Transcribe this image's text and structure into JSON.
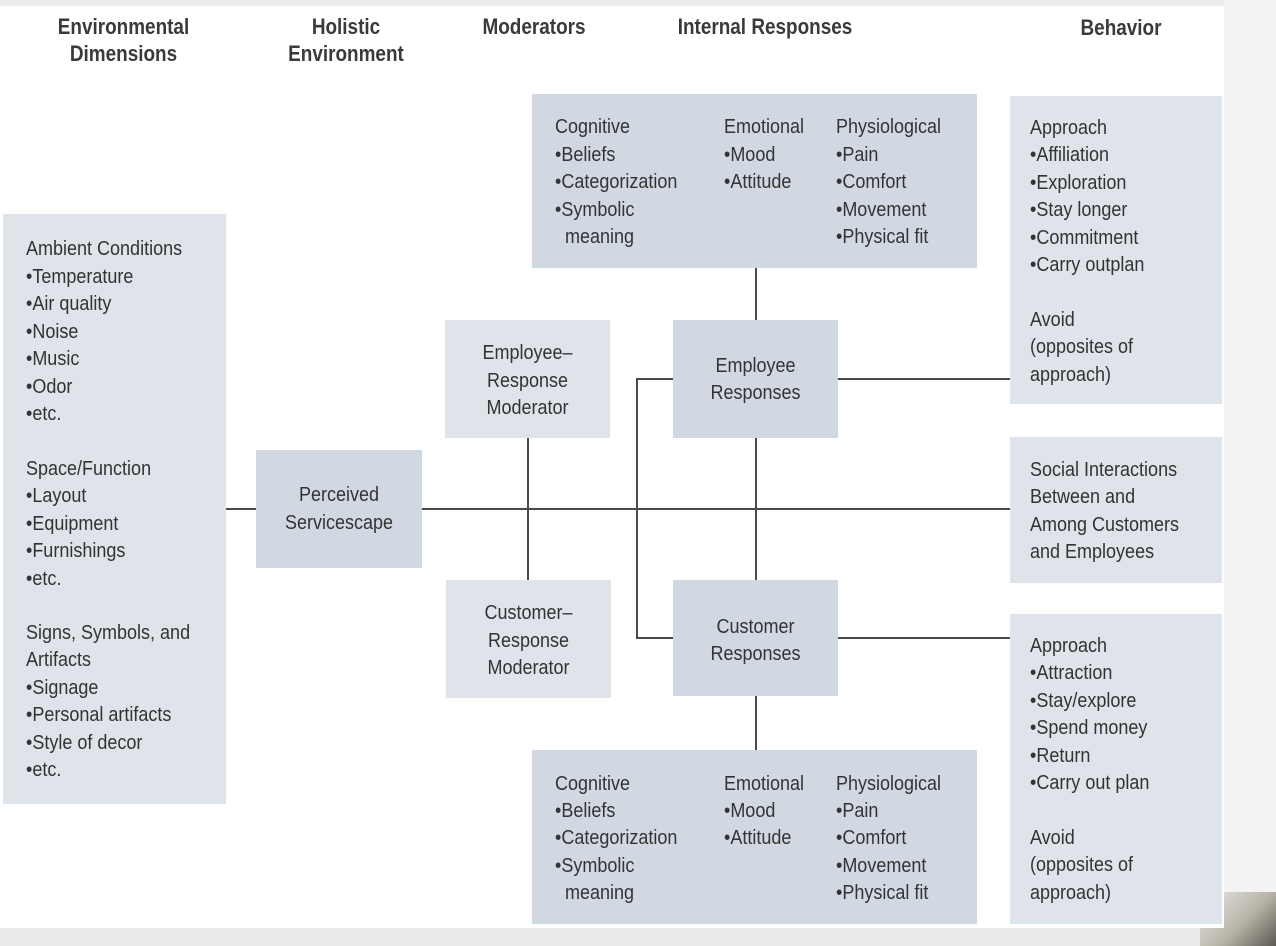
{
  "headers": {
    "environmental_dimensions": [
      "Environmental",
      "Dimensions"
    ],
    "holistic_environment": [
      "Holistic",
      "Environment"
    ],
    "moderators": "Moderators",
    "internal_responses": "Internal Responses",
    "behavior": "Behavior"
  },
  "dimensions": {
    "ambient_title": "Ambient Conditions",
    "ambient_items": [
      "Temperature",
      "Air quality",
      "Noise",
      "Music",
      "Odor",
      "etc."
    ],
    "space_title": "Space/Function",
    "space_items": [
      "Layout",
      "Equipment",
      "Furnishings",
      "etc."
    ],
    "signs_title": [
      "Signs, Symbols, and",
      "Artifacts"
    ],
    "signs_items": [
      "Signage",
      "Personal artifacts",
      "Style of decor",
      "etc."
    ]
  },
  "perceived_servicescape": [
    "Perceived",
    "Servicescape"
  ],
  "employee_moderator": [
    "Employee–",
    "Response",
    "Moderator"
  ],
  "customer_moderator": [
    "Customer–",
    "Response",
    "Moderator"
  ],
  "employee_responses": [
    "Employee",
    "Responses"
  ],
  "customer_responses": [
    "Customer",
    "Responses"
  ],
  "internal_top": {
    "cognitive_title": "Cognitive",
    "cognitive_items": [
      "Beliefs",
      "Categorization",
      "Symbolic"
    ],
    "cognitive_cont": "meaning",
    "emotional_title": "Emotional",
    "emotional_items": [
      "Mood",
      "Attitude"
    ],
    "physiological_title": "Physiological",
    "physiological_items": [
      "Pain",
      "Comfort",
      "Movement",
      "Physical fit"
    ]
  },
  "internal_bottom": {
    "cognitive_title": "Cognitive",
    "cognitive_items": [
      "Beliefs",
      "Categorization",
      "Symbolic"
    ],
    "cognitive_cont": "meaning",
    "emotional_title": "Emotional",
    "emotional_items": [
      "Mood",
      "Attitude"
    ],
    "physiological_title": "Physiological",
    "physiological_items": [
      "Pain",
      "Comfort",
      "Movement",
      "Physical fit"
    ]
  },
  "behavior_employee": {
    "approach_title": "Approach",
    "approach_items": [
      "Affiliation",
      "Exploration",
      "Stay longer",
      "Commitment",
      "Carry outplan"
    ],
    "avoid_lines": [
      "Avoid",
      "(opposites of",
      "approach)"
    ]
  },
  "social_interactions": [
    "Social Interactions",
    "Between and",
    "Among Customers",
    "and Employees"
  ],
  "behavior_customer": {
    "approach_title": "Approach",
    "approach_items": [
      "Attraction",
      "Stay/explore",
      "Spend money",
      "Return",
      "Carry out plan"
    ],
    "avoid_lines": [
      "Avoid",
      "(opposites of",
      "approach)"
    ]
  }
}
